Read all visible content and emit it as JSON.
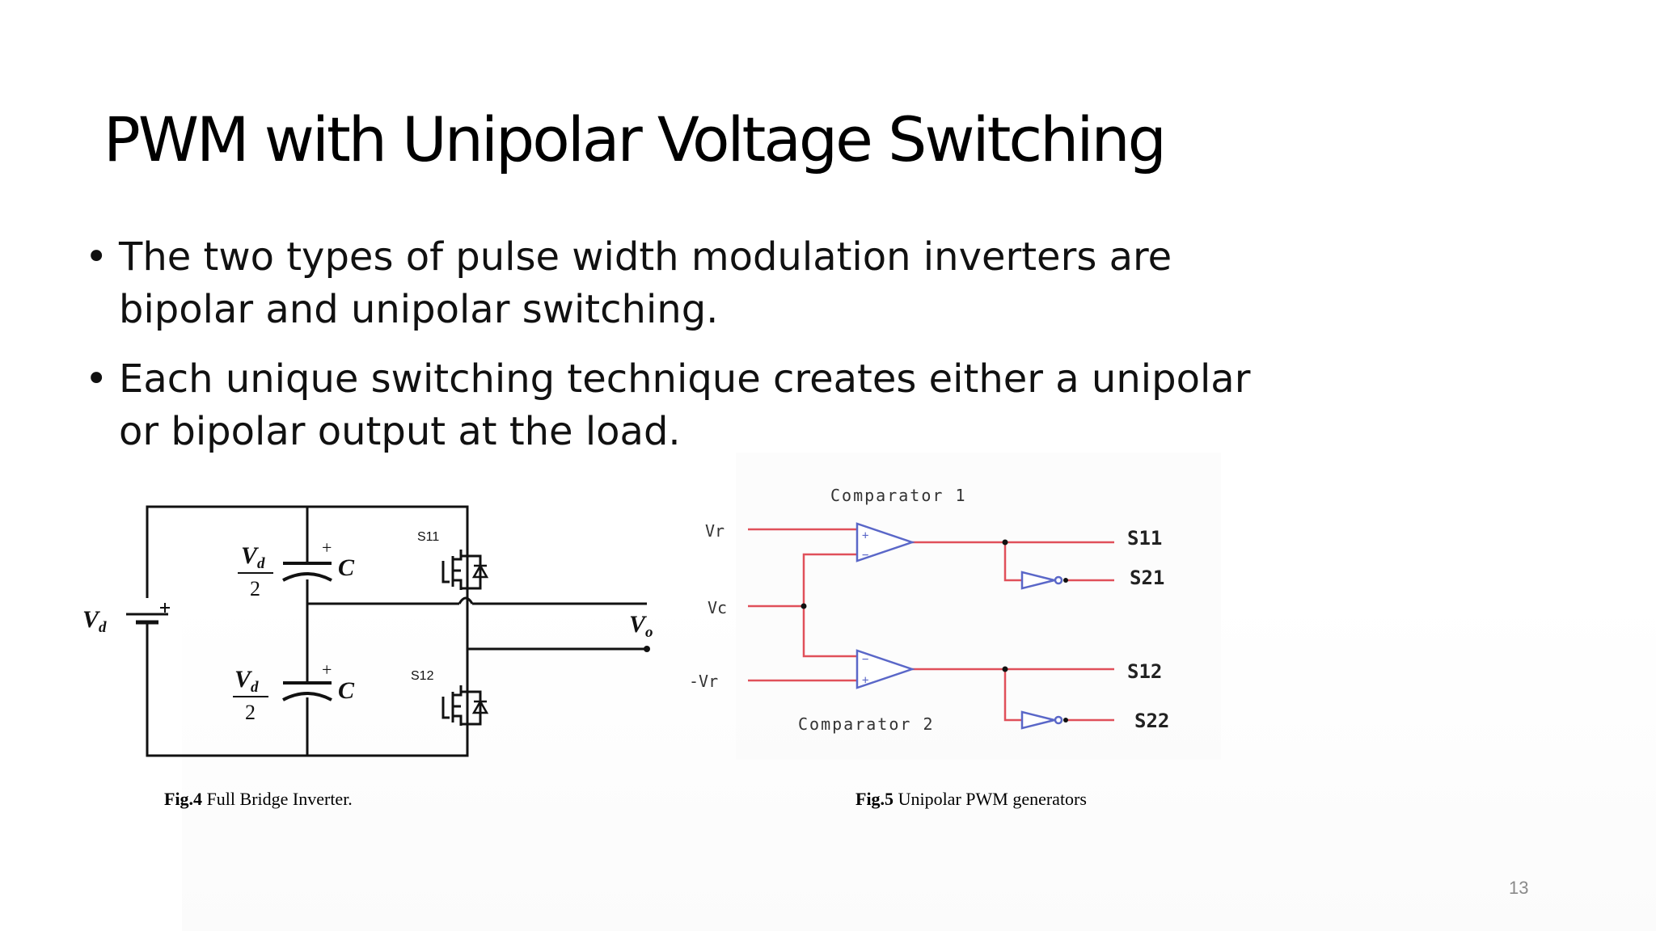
{
  "slide": {
    "title": "PWM with Unipolar Voltage Switching",
    "bullets": [
      "The two types of pulse width modulation inverters are bipolar and unipolar switching.",
      "Each unique switching technique creates either a unipolar or bipolar output at the load."
    ],
    "page_number": "13"
  },
  "figure4": {
    "caption_bold": "Fig.4",
    "caption_text": " Full Bridge Inverter.",
    "labels": {
      "vd": "V",
      "vd_sub": "d",
      "vd_half_num": "V",
      "vd_half_sub": "d",
      "vd_half_den": "2",
      "cap": "C",
      "plus": "+",
      "s11": "S11",
      "s12": "S12",
      "vo": "V",
      "vo_sub": "o"
    }
  },
  "figure5": {
    "caption_bold": "Fig.5",
    "caption_text": " Unipolar PWM generators",
    "comparator1": "Comparator 1",
    "comparator2": "Comparator 2",
    "inputs": {
      "vr": "Vr",
      "vc": "Vc",
      "neg_vr": "-Vr"
    },
    "outputs": {
      "s11": "S11",
      "s21": "S21",
      "s12": "S12",
      "s22": "S22"
    }
  },
  "colors": {
    "wire_red": "#e0505a",
    "line_black": "#111111",
    "page_num": "#8a8a8a"
  }
}
